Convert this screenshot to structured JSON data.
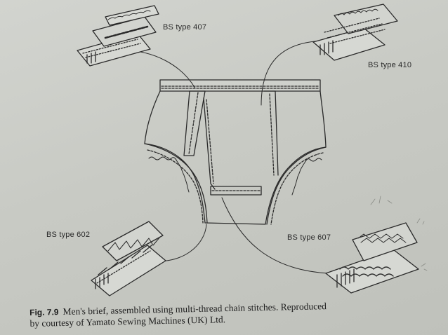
{
  "labels": {
    "bs407": "BS type 407",
    "bs410": "BS type 410",
    "bs602": "BS type 602",
    "bs607": "BS type 607"
  },
  "caption": {
    "figure_number": "Fig. 7.9",
    "line1": "Men's brief, assembled using multi-thread chain stitches. Reproduced",
    "line2": "by courtesy of Yamato Sewing Machines (UK) Ltd."
  },
  "colors": {
    "paper": "#c9cbc6",
    "ink": "#2a2a2a"
  }
}
